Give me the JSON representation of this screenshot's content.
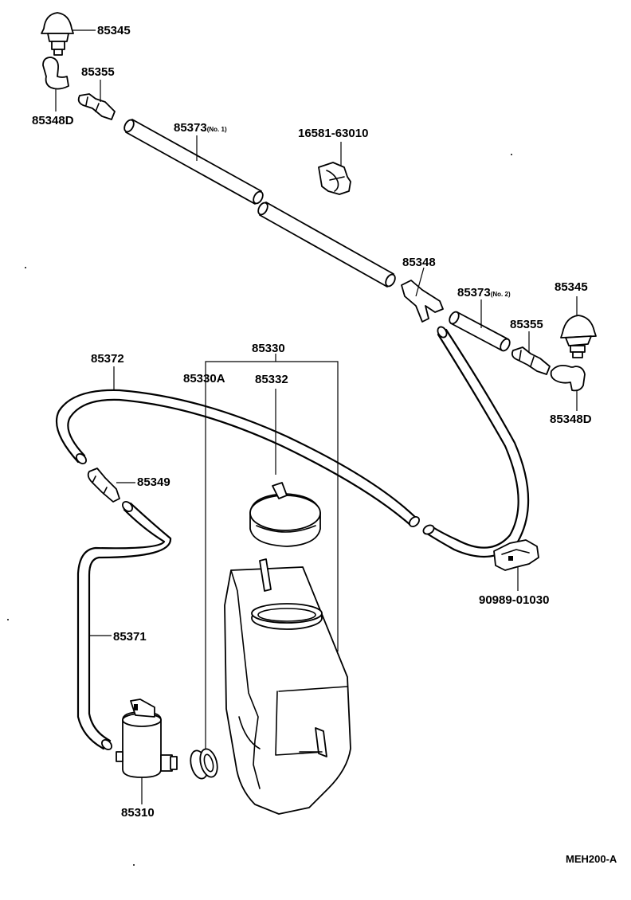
{
  "labels": {
    "nozzle_left": "85345",
    "joint_left": "85355",
    "elbow_left": "85348D",
    "hose_no1_num": "85373",
    "hose_no1_note": "(No. 1)",
    "clamp_top": "16581-63010",
    "tee_joint": "85348",
    "hose_no2_num": "85373",
    "hose_no2_note": "(No. 2)",
    "nozzle_right": "85345",
    "joint_right": "85355",
    "elbow_right": "85348D",
    "hose_long": "85372",
    "tank_assy": "85330",
    "tank_sub": "85330A",
    "cap": "85332",
    "check_valve": "85349",
    "hose_pump": "85371",
    "clamp_bottom": "90989-01030",
    "pump": "85310",
    "figure_code": "MEH200-A"
  }
}
